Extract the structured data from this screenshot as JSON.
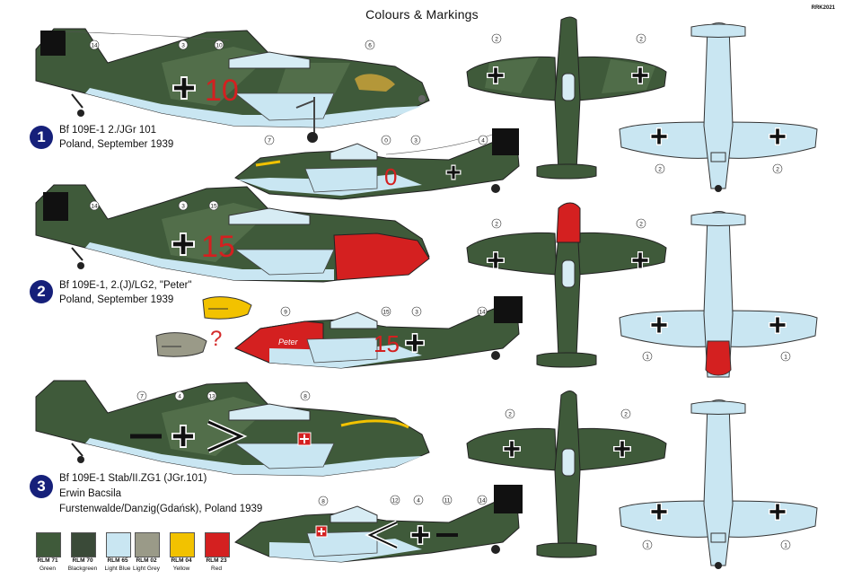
{
  "sheet": {
    "title": "Colours & Markings",
    "code": "RRK2021"
  },
  "schemes": [
    {
      "number": "1",
      "lines": [
        "Bf 109E-1 2./JGr 101",
        "Poland, September 1939"
      ]
    },
    {
      "number": "2",
      "lines": [
        "Bf 109E-1, 2.(J)/LG2, \"Peter\"",
        "Poland, September 1939"
      ]
    },
    {
      "number": "3",
      "lines": [
        "Bf 109E-1 Stab/II.ZG1 (JGr.101)",
        "Erwin Bacsila",
        "Furstenwalde/Danzig(Gdańsk), Poland 1939"
      ]
    }
  ],
  "aircraft_codes": {
    "a1": "10",
    "a1_starboard": "0",
    "a2": "15",
    "a2_starboard": "15",
    "nose_art": "Peter"
  },
  "question_mark": "?",
  "callouts": {
    "row1_left": [
      "14",
      "3",
      "10",
      "6"
    ],
    "row1_right": [
      "7",
      "0",
      "3",
      "4"
    ],
    "row1_top": [
      "2",
      "2"
    ],
    "row1_bottom": [
      "2",
      "2"
    ],
    "row2_left": [
      "14",
      "3",
      "15"
    ],
    "row2_right": [
      "9",
      "15",
      "3",
      "14"
    ],
    "row2_top": [
      "2",
      "2"
    ],
    "row2_bottom": [
      "1",
      "1"
    ],
    "row3_left": [
      "7",
      "4",
      "13",
      "8"
    ],
    "row3_right": [
      "8",
      "12",
      "4",
      "11",
      "14"
    ],
    "row3_top": [
      "2",
      "2"
    ],
    "row3_bottom": [
      "1",
      "1"
    ]
  },
  "palette": [
    {
      "code": "RLM 71",
      "name": "Green",
      "color": "#3f5a3a"
    },
    {
      "code": "RLM 70",
      "name": "Blackgreen",
      "color": "#3a4a38"
    },
    {
      "code": "RLM 65",
      "name": "Light Blue",
      "color": "#c9e6f2"
    },
    {
      "code": "RLM 02",
      "name": "Light Grey",
      "color": "#9a9a88"
    },
    {
      "code": "RLM 04",
      "name": "Yellow",
      "color": "#f2c200"
    },
    {
      "code": "RLM 23",
      "name": "Red",
      "color": "#d42020"
    }
  ]
}
